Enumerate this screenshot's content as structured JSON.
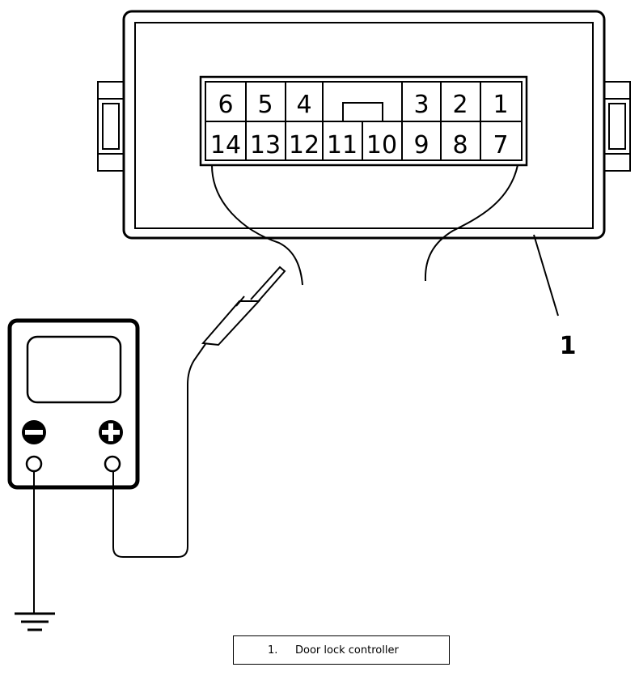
{
  "connector": {
    "top_row": [
      "6",
      "5",
      "4",
      "",
      "3",
      "2",
      "1"
    ],
    "bottom_row": [
      "14",
      "13",
      "12",
      "11",
      "10",
      "9",
      "8",
      "7"
    ]
  },
  "callout": {
    "number": "1"
  },
  "legend": {
    "number": "1.",
    "text": "Door lock controller"
  },
  "meter": {
    "minus_symbol": "minus-terminal",
    "plus_symbol": "plus-terminal"
  }
}
